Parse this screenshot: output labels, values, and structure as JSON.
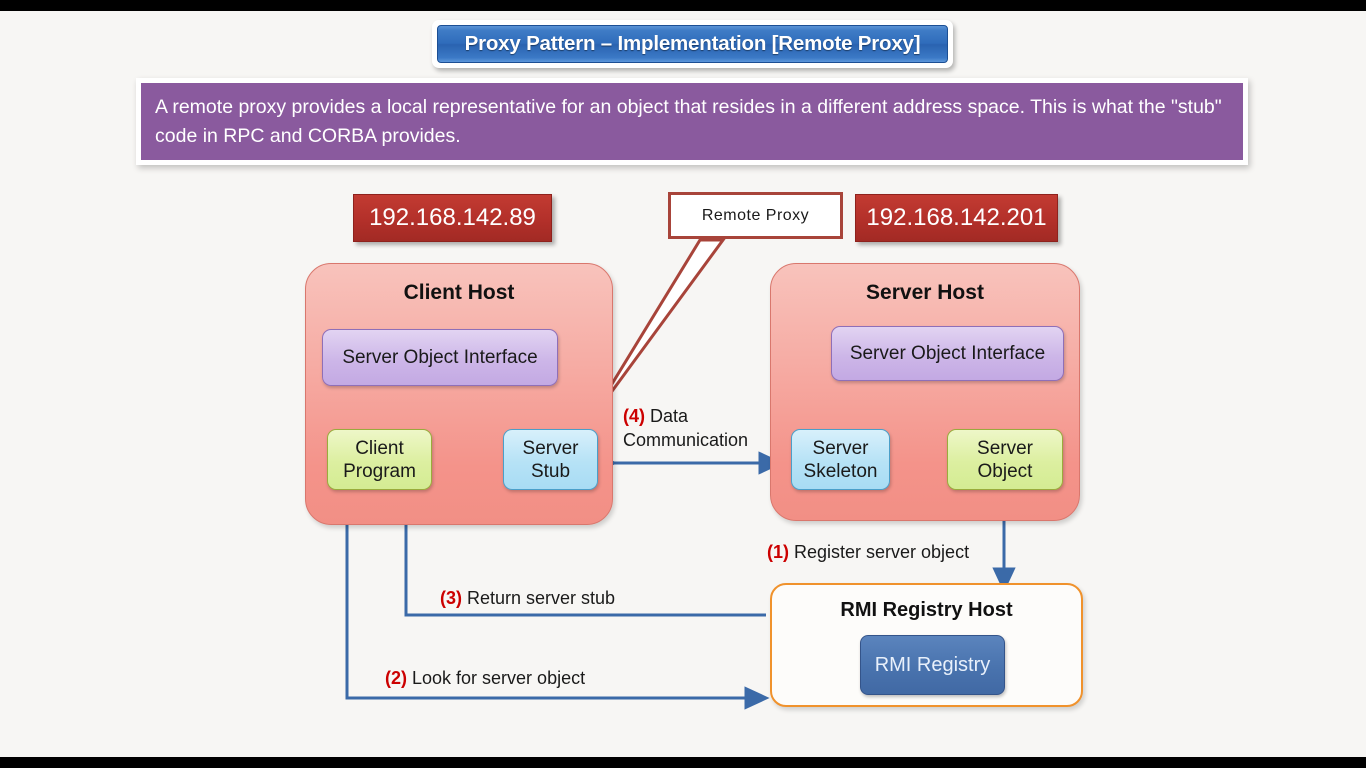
{
  "slide": {
    "title": "Proxy Pattern – Implementation [Remote Proxy]",
    "description": "A remote proxy provides a local representative for an object that resides in a different address space. This is what the \"stub\" code in RPC and CORBA provides."
  },
  "badges": {
    "client_ip": "192.168.142.89",
    "server_ip": "192.168.142.201"
  },
  "callout": {
    "label": "Remote Proxy"
  },
  "client_host": {
    "title": "Client Host",
    "server_object_interface": "Server Object Interface",
    "client_program": "Client Program",
    "server_stub": "Server Stub"
  },
  "server_host": {
    "title": "Server Host",
    "server_object_interface": "Server Object Interface",
    "server_skeleton": "Server Skeleton",
    "server_object": "Server Object"
  },
  "rmi_host": {
    "title": "RMI Registry Host",
    "registry": "RMI Registry"
  },
  "flows": {
    "step1_num": "(1)",
    "step1_text": " Register server object",
    "step2_num": "(2)",
    "step2_text": " Look for server object",
    "step3_num": "(3)",
    "step3_text": " Return server stub",
    "step4_num": "(4)",
    "step4_text": " Data Communication"
  },
  "colors": {
    "title_blue": "#2f6cbb",
    "description_purple": "#8a5a9e",
    "ip_red": "#b3302a",
    "callout_border": "#a8443a",
    "host_salmon": "#f4938a",
    "node_purple": "#cdb6e8",
    "node_green": "#dcefa0",
    "node_blue": "#b6e2f6",
    "registry_orange": "#f0922c",
    "registry_blue": "#4973ae",
    "arrow_blue": "#3b6aa8",
    "step_number_red": "#cc0000"
  }
}
